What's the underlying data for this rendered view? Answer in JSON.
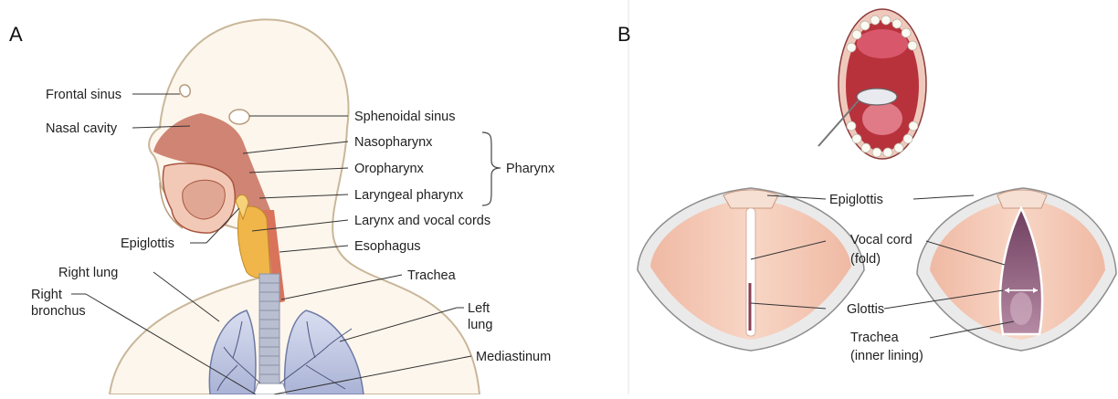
{
  "panels": {
    "a": {
      "letter": "A",
      "labels": {
        "frontal_sinus": "Frontal sinus",
        "nasal_cavity": "Nasal cavity",
        "sphenoidal_sinus": "Sphenoidal sinus",
        "nasopharynx": "Nasopharynx",
        "oropharynx": "Oropharynx",
        "laryngeal_pharynx": "Laryngeal pharynx",
        "pharynx": "Pharynx",
        "larynx_vocal_cords": "Larynx and vocal cords",
        "epiglottis": "Epiglottis",
        "esophagus": "Esophagus",
        "right_lung": "Right lung",
        "trachea": "Trachea",
        "right_bronchus_1": "Right",
        "right_bronchus_2": "bronchus",
        "left_lung_1": "Left",
        "left_lung_2": "lung",
        "mediastinum": "Mediastinum"
      }
    },
    "b": {
      "letter": "B",
      "labels": {
        "epiglottis": "Epiglottis",
        "vocal_cord_1": "Vocal cord",
        "vocal_cord_2": "(fold)",
        "glottis": "Glottis",
        "trachea_1": "Trachea",
        "trachea_2": "(inner lining)"
      }
    }
  },
  "colors": {
    "skin_outline": "#c9b79a",
    "skin_fill": "#fdf6ec",
    "airway": "#c8705e",
    "esophagus": "#d9735a",
    "larynx": "#f0b64a",
    "trachea": "#b9bfd1",
    "lung": "#c7cde6",
    "cord_tissue": "#f2c3ad",
    "mouth": "#b8323c",
    "teeth": "#fbfbf4",
    "glottis_open": "#8a5a78"
  }
}
